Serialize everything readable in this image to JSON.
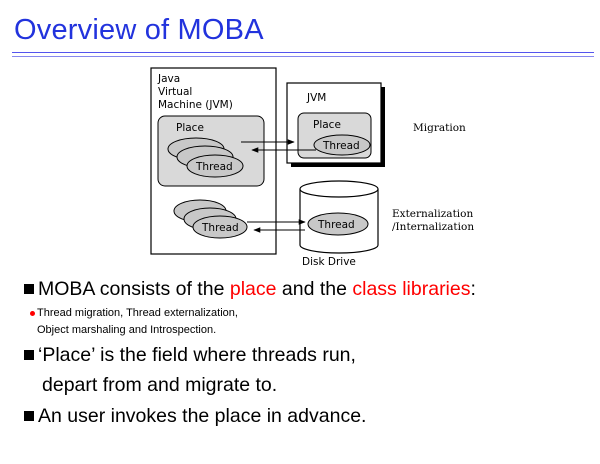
{
  "slide": {
    "title": "Overview of MOBA"
  },
  "diagram": {
    "jvm_left_label_line1": "Java",
    "jvm_left_label_line2": "Virtual",
    "jvm_left_label_line3": "Machine  (JVM)",
    "jvm_right_label": "JVM",
    "place_left_label": "Place",
    "place_right_label": "Place",
    "thread_label": "Thread",
    "migration_label": "Migration",
    "externalization_label": "Externalization",
    "internalization_label": "/Internalization",
    "disk_drive_label": "Disk Drive"
  },
  "bullets": {
    "b1_part1": "MOBA consists of the ",
    "b1_place": "place",
    "b1_part2": " and the ",
    "b1_class_libraries": "class libraries",
    "b1_colon": ":",
    "sub_line1": "Thread migration, Thread externalization,",
    "sub_line2": "Object marshaling and Introspection.",
    "b2_line1": "‘Place’ is the field where threads run,",
    "b2_line2": "depart from and migrate to.",
    "b3": "An user invokes the place in advance."
  },
  "colors": {
    "title": "#2233dd",
    "highlight": "#ff0000",
    "place_fill": "#d9d9d9",
    "thread_fill": "#c8c8c8"
  }
}
